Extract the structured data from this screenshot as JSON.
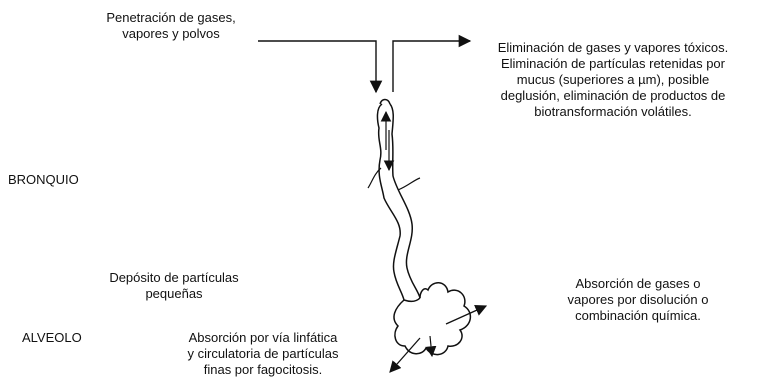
{
  "labels": {
    "penetracion": [
      "Penetración de gases,",
      "vapores y polvos"
    ],
    "eliminacion": [
      "Eliminación de gases y vapores tóxicos.",
      "Eliminación de partículas retenidas por",
      "mucus (superiores a µm), posible",
      "deglusión, eliminación de productos de",
      "biotransformación volátiles."
    ],
    "bronquio": "BRONQUIO",
    "deposito": [
      "Depósito de partículas",
      "pequeñas"
    ],
    "alveolo": "ALVEOLO",
    "absorcion_linfatica": [
      "Absorción por vía linfática",
      "y circulatoria de partículas",
      "finas por fagocitosis."
    ],
    "absorcion_gases": [
      "Absorción de gases o",
      "vapores por disolución o",
      "combinación química."
    ]
  }
}
